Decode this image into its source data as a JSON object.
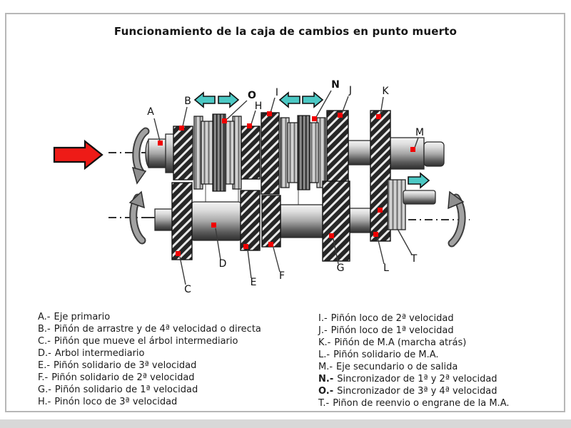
{
  "title": "Funcionamiento de la caja de cambios en punto muerto",
  "colors": {
    "arrow_red": "#ee1b17",
    "arrow_cyan": "#4cc8c4",
    "marker_red": "#f00000",
    "frame_border": "#b7b7b7",
    "bottom_strip": "#d8d8d8"
  },
  "diagram": {
    "labels": {
      "A": "A",
      "B": "B",
      "C": "C",
      "D": "D",
      "E": "E",
      "F": "F",
      "G": "G",
      "H": "H",
      "I": "I",
      "J": "J",
      "K": "K",
      "L": "L",
      "M": "M",
      "N": "N",
      "O": "O",
      "T": "T"
    }
  },
  "legend": {
    "left": [
      {
        "key": "A.-",
        "text": "Eje primario"
      },
      {
        "key": "B.-",
        "text": "Piñón de arrastre y de 4ª velocidad o directa"
      },
      {
        "key": "C.-",
        "text": "Piñón que mueve el árbol intermediario"
      },
      {
        "key": "D.-",
        "text": "Arbol intermediario"
      },
      {
        "key": "E.-",
        "text": "Piñón solidario de 3ª velocidad"
      },
      {
        "key": "F.-",
        "text": "Piñón solidario de 2ª velocidad"
      },
      {
        "key": "G.-",
        "text": "Piñón solidario de 1ª velocidad"
      },
      {
        "key": "H.-",
        "text": "Pinón loco de 3ª velocidad"
      }
    ],
    "right": [
      {
        "key": "I.-",
        "text": "Piñón loco de 2ª velocidad"
      },
      {
        "key": "J.-",
        "text": "Piñón loco de 1ª velocidad"
      },
      {
        "key": "K.-",
        "text": "Piñón de M.A (marcha atrás)"
      },
      {
        "key": "L.-",
        "text": "Piñón solidario de M.A."
      },
      {
        "key": "M.-",
        "text": "Eje secundario o de salida"
      },
      {
        "key": "N.-",
        "text": "Sincronizador de 1ª y 2ª velocidad"
      },
      {
        "key": "O.-",
        "text": "Sincronizador de 3ª y 4ª velocidad"
      },
      {
        "key": "T.-",
        "text": "Piñon de reenvio o engrane de la M.A."
      }
    ]
  }
}
